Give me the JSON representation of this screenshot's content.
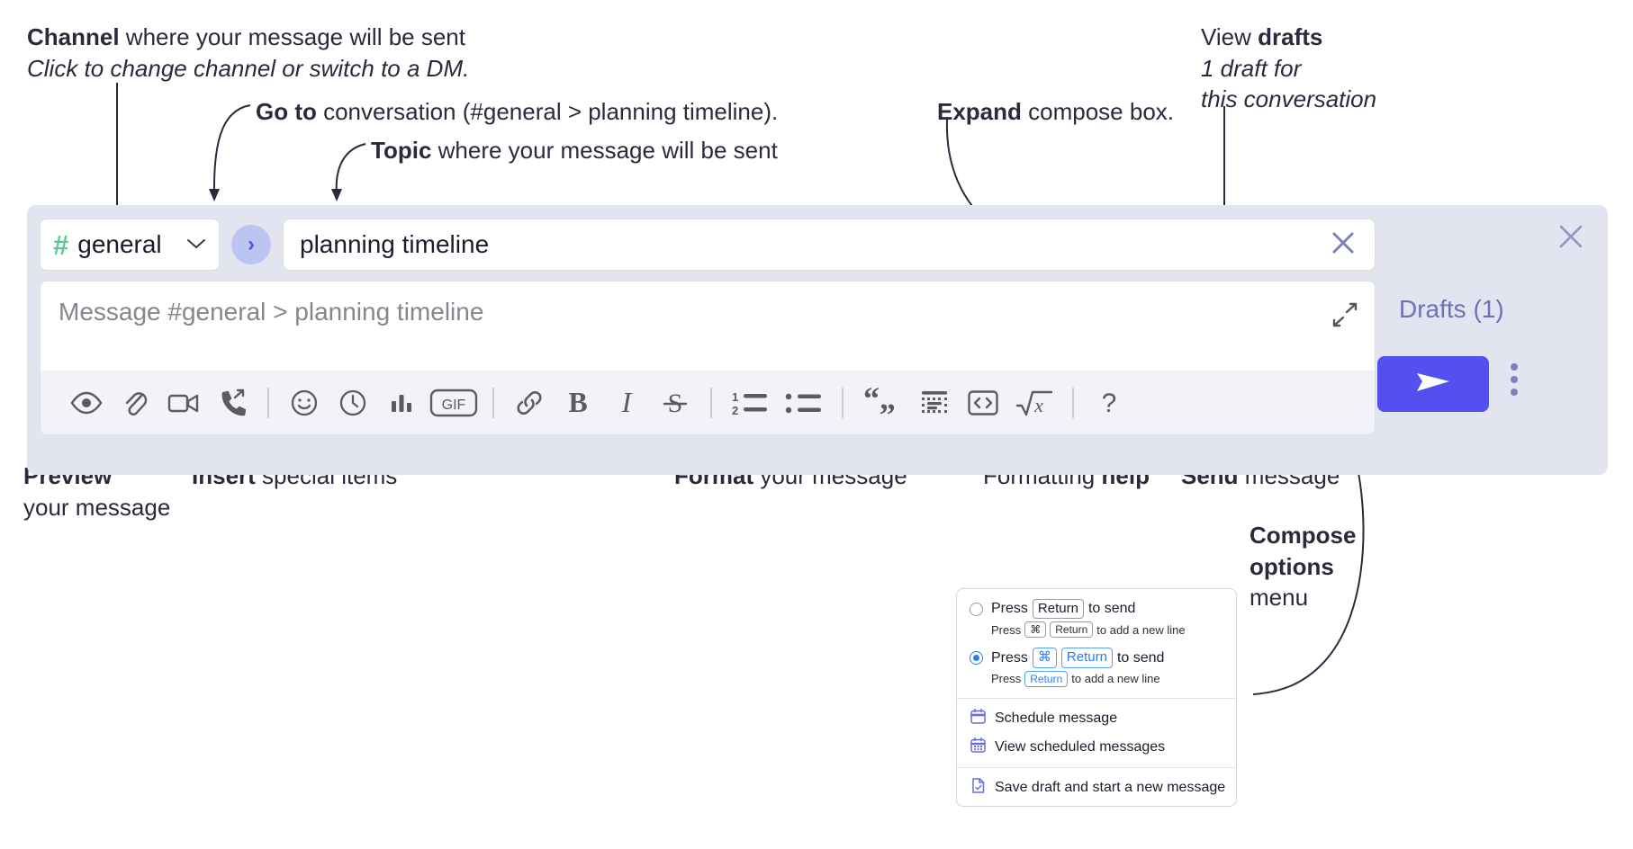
{
  "annotations": {
    "channel": {
      "bold": "Channel",
      "rest": " where your message will be sent",
      "italic": "Click to change channel or switch to a DM."
    },
    "goto": {
      "bold": "Go to",
      "rest": " conversation (#general > planning timeline)."
    },
    "topic": {
      "bold": "Topic",
      "rest": " where your message will be sent"
    },
    "expand": {
      "bold": "Expand",
      "rest": " compose box."
    },
    "drafts": {
      "pre": "View ",
      "bold": "drafts",
      "italic1": "1 draft for",
      "italic2": "this conversation"
    },
    "preview": {
      "bold": "Preview",
      "line2": "your message"
    },
    "insert": {
      "bold": "Insert",
      "rest": " special items"
    },
    "format": {
      "bold": "Format",
      "rest": " your message"
    },
    "help": {
      "pre": "Formatting ",
      "bold": "help"
    },
    "send": {
      "bold": "Send",
      "rest": " message"
    },
    "compose_options": {
      "bold1": "Compose",
      "bold2": "options",
      "rest": "menu"
    }
  },
  "compose": {
    "channel_button": {
      "hash": "#",
      "name": "general",
      "chevron": "chevron-down-icon"
    },
    "goto_button": {
      "glyph": "›",
      "name": "go-to-conversation"
    },
    "topic_field": {
      "value": "planning timeline",
      "clear": "close-icon"
    },
    "message_input": {
      "placeholder": "Message #general > planning timeline"
    },
    "expand_icon": "expand-icon",
    "toolbar_groups": [
      {
        "name": "preview",
        "items": [
          {
            "name": "preview-eye-icon",
            "label": "Preview"
          }
        ]
      },
      {
        "name": "insert",
        "items": [
          {
            "name": "attachment-paperclip-icon",
            "label": "Attach file"
          },
          {
            "name": "video-camera-icon",
            "label": "Record video clip"
          },
          {
            "name": "audio-call-icon",
            "label": "Record audio clip"
          },
          {
            "name": "divider",
            "label": ""
          },
          {
            "name": "emoji-smiley-icon",
            "label": "Emoji"
          },
          {
            "name": "clock-icon",
            "label": "Schedule"
          },
          {
            "name": "poll-bar-chart-icon",
            "label": "Poll"
          },
          {
            "name": "gif-icon",
            "label": "GIF"
          }
        ]
      },
      {
        "name": "format",
        "items": [
          {
            "name": "link-icon",
            "label": "Link"
          },
          {
            "name": "bold-icon",
            "label": "B"
          },
          {
            "name": "italic-icon",
            "label": "I"
          },
          {
            "name": "strikethrough-icon",
            "label": "S"
          },
          {
            "name": "divider",
            "label": ""
          },
          {
            "name": "ordered-list-icon",
            "label": "Ordered list"
          },
          {
            "name": "bulleted-list-icon",
            "label": "Bulleted list"
          },
          {
            "name": "divider",
            "label": ""
          },
          {
            "name": "blockquote-icon",
            "label": "Blockquote"
          },
          {
            "name": "code-block-icon",
            "label": "Code block"
          },
          {
            "name": "inline-code-icon",
            "label": "Code"
          },
          {
            "name": "math-icon",
            "label": "Math"
          }
        ]
      },
      {
        "name": "help",
        "items": [
          {
            "name": "help-question-icon",
            "label": "?"
          }
        ]
      }
    ],
    "right_pane": {
      "close": "close-icon",
      "drafts_label": "Drafts (1)",
      "send": {
        "name": "send-paper-plane-icon",
        "label": "Send"
      },
      "kebab": "compose-options-kebab-icon"
    }
  },
  "menu": {
    "options": [
      {
        "selected": false,
        "main": {
          "pre": "Press",
          "key": "Return",
          "post": "to send"
        },
        "sub": {
          "pre": "Press",
          "key1": "⌘",
          "key2": "Return",
          "post": "to add a new line"
        }
      },
      {
        "selected": true,
        "main": {
          "pre": "Press",
          "key1": "⌘",
          "key2": "Return",
          "post": "to send"
        },
        "sub": {
          "pre": "Press",
          "key": "Return",
          "post": "to add a new line"
        }
      }
    ],
    "items": [
      {
        "icon": "calendar-schedule-icon",
        "label": "Schedule message"
      },
      {
        "icon": "calendar-grid-icon",
        "label": "View scheduled messages"
      },
      {
        "icon": "save-draft-icon",
        "label": "Save draft and start a new message",
        "divider_before": true
      }
    ]
  },
  "colors": {
    "compose_bg": "#e2e4f0",
    "send_button": "#544ff0",
    "hash_green": "#5bc996",
    "goto_circle": "#bcc4f2",
    "drafts_text": "#6b72b8",
    "menu_icon_purple": "#6b6ae0",
    "key_blue": "#2a7fe8"
  }
}
